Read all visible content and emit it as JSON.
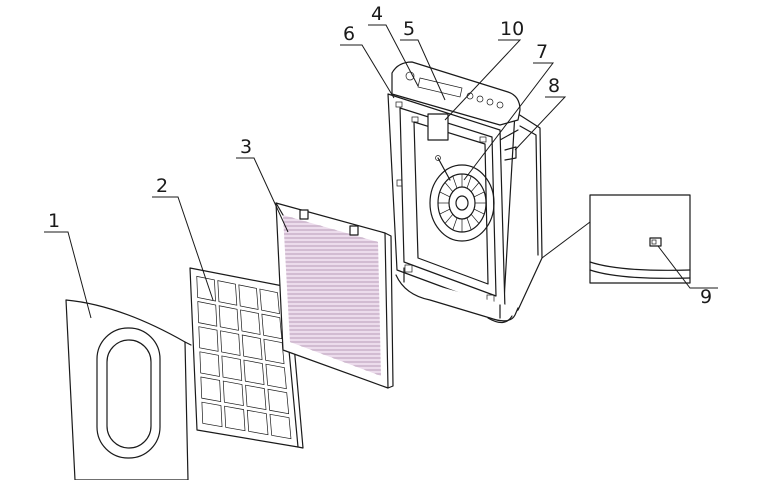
{
  "callouts": [
    {
      "id": "1",
      "label": "1"
    },
    {
      "id": "2",
      "label": "2"
    },
    {
      "id": "3",
      "label": "3"
    },
    {
      "id": "4",
      "label": "4"
    },
    {
      "id": "5",
      "label": "5"
    },
    {
      "id": "6",
      "label": "6"
    },
    {
      "id": "7",
      "label": "7"
    },
    {
      "id": "8",
      "label": "8"
    },
    {
      "id": "9",
      "label": "9"
    },
    {
      "id": "10",
      "label": "10"
    }
  ],
  "colors": {
    "line": "#1a1a1a",
    "filter_tint": "#b88ab8",
    "background": "#ffffff"
  }
}
